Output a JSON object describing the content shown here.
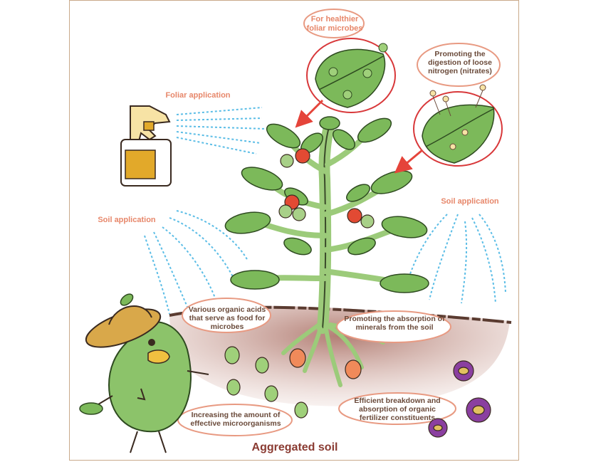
{
  "labels": {
    "foliar_microbes": "For healthier foliar microbes",
    "nitrogen": "Promoting the digestion of loose nitrogen (nitrates)",
    "foliar_application": "Foliar application",
    "soil_application_left": "Soil application",
    "soil_application_right": "Soil application",
    "organic_acids": "Various organic acids that serve as food for microbes",
    "minerals": "Promoting the absorption of minerals from the soil",
    "breakdown": "Efficient breakdown and absorption of organic fertilizer constituents",
    "microorganisms": "Increasing the amount of effective microorganisms",
    "title": "Aggregated soil"
  },
  "colors": {
    "frame": "#c9a98a",
    "salmon_text": "#e7876a",
    "bubble_outline": "#e89a82",
    "circle_outline": "#d8383a",
    "arrow": "#e5443a",
    "leaf": "#7cb95a",
    "stem": "#9ccb7a",
    "soil": "#c99a90",
    "soil_line": "#5a3b30",
    "spray": "#5bbde6",
    "tomato_red": "#e24a33",
    "tomato_green": "#a8d088",
    "bottle": "#e2a92a",
    "microbe_green": "#9fd07a",
    "microbe_orange": "#f08a5a",
    "microbe_purple": "#8a3fa0",
    "character": "#8cc36a",
    "hat": "#d9a84a",
    "title": "#8a3b32"
  },
  "icons": [
    "spray-bottle-icon",
    "tomato-plant-icon",
    "leaf-closeup-icon",
    "microbe-icon",
    "mascot-character-icon"
  ]
}
